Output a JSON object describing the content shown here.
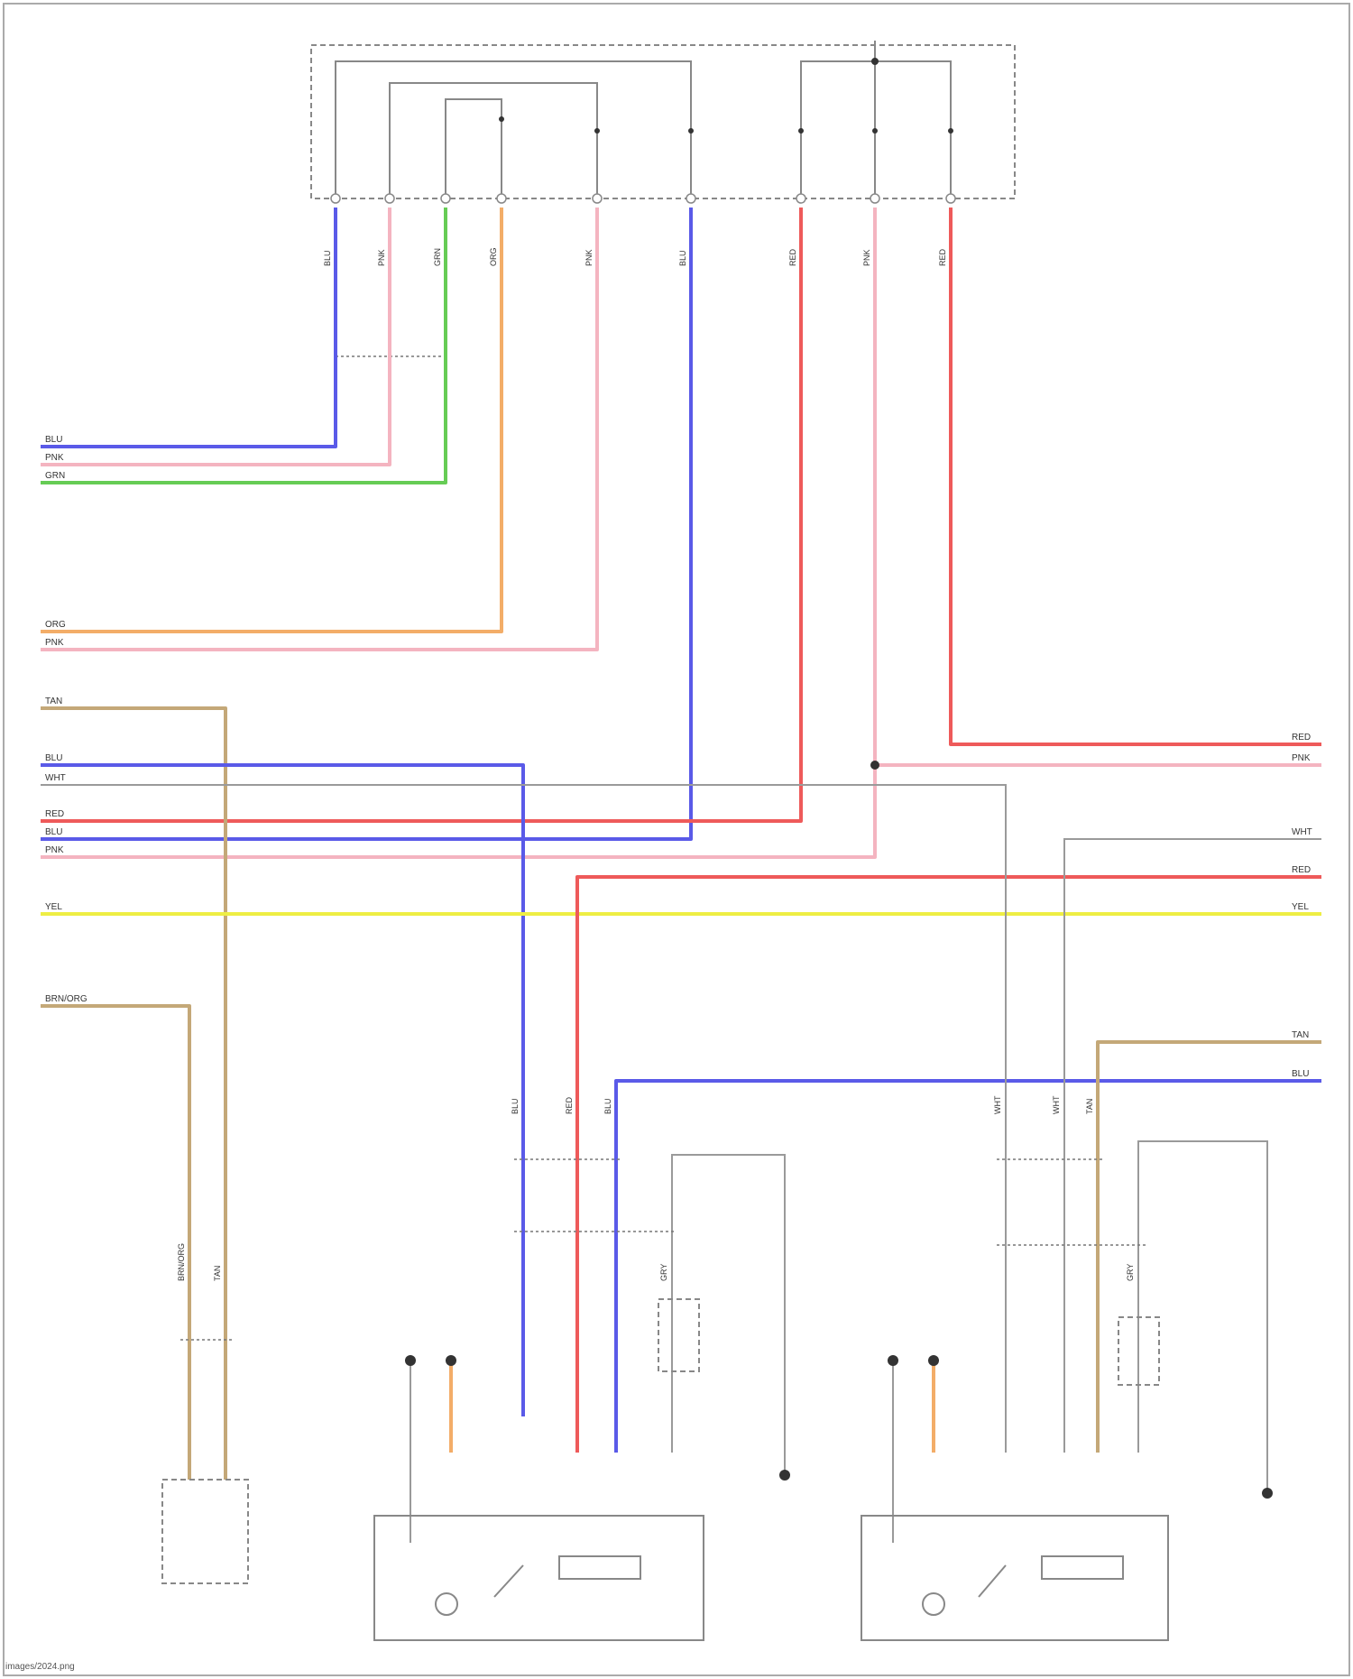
{
  "colors": {
    "blu": "#5a5ae8",
    "pnk": "#f4b4c0",
    "grn": "#66cc55",
    "org": "#f3ad68",
    "red": "#ee5a5a",
    "tan": "#c4a878",
    "gry": "#c8c8c8",
    "yel": "#eeee44",
    "wht": "#d6d6d6"
  },
  "wire_codes": {
    "blu": "BLU",
    "pnk": "PNK",
    "grn": "GRN",
    "org": "ORG",
    "red": "RED",
    "tan": "TAN",
    "gry": "GRY",
    "yel": "YEL",
    "wht": "WHT",
    "brn_org": "BRN/ORG"
  },
  "source_note": "images/2024.png"
}
